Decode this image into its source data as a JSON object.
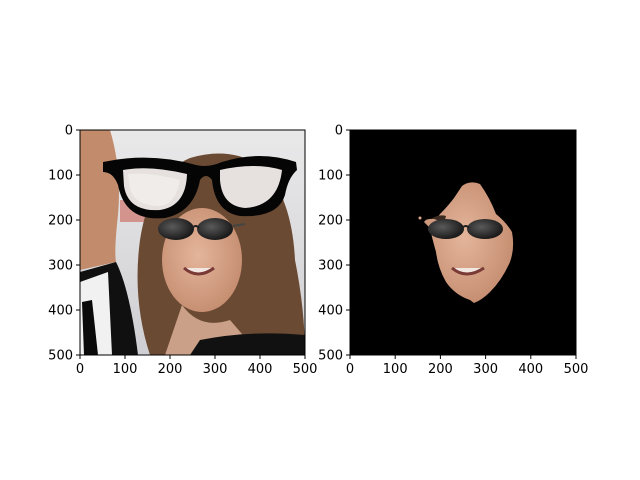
{
  "chart_data": [
    {
      "type": "image",
      "panel": "left",
      "content": "photograph of woman with a cartoon black eyeglasses overlay",
      "xlim": [
        0,
        500
      ],
      "ylim": [
        500,
        0
      ],
      "xticks": [
        0,
        100,
        200,
        300,
        400,
        500
      ],
      "yticks": [
        0,
        100,
        200,
        300,
        400,
        500
      ],
      "xtick_labels": [
        "0",
        "100",
        "200",
        "300",
        "400",
        "500"
      ],
      "ytick_labels": [
        "0",
        "100",
        "200",
        "300",
        "400",
        "500"
      ]
    },
    {
      "type": "image",
      "panel": "right",
      "content": "segmented face on a black background",
      "xlim": [
        0,
        500
      ],
      "ylim": [
        500,
        0
      ],
      "xticks": [
        0,
        100,
        200,
        300,
        400,
        500
      ],
      "yticks": [
        0,
        100,
        200,
        300,
        400,
        500
      ],
      "xtick_labels": [
        "0",
        "100",
        "200",
        "300",
        "400",
        "500"
      ],
      "ytick_labels": [
        "0",
        "100",
        "200",
        "300",
        "400",
        "500"
      ]
    }
  ],
  "colors": {
    "background": "#ffffff",
    "mask_background": "#000000",
    "skin": "#d8a78c",
    "hair": "#6b4a33",
    "overlay_glasses": "#000000"
  }
}
